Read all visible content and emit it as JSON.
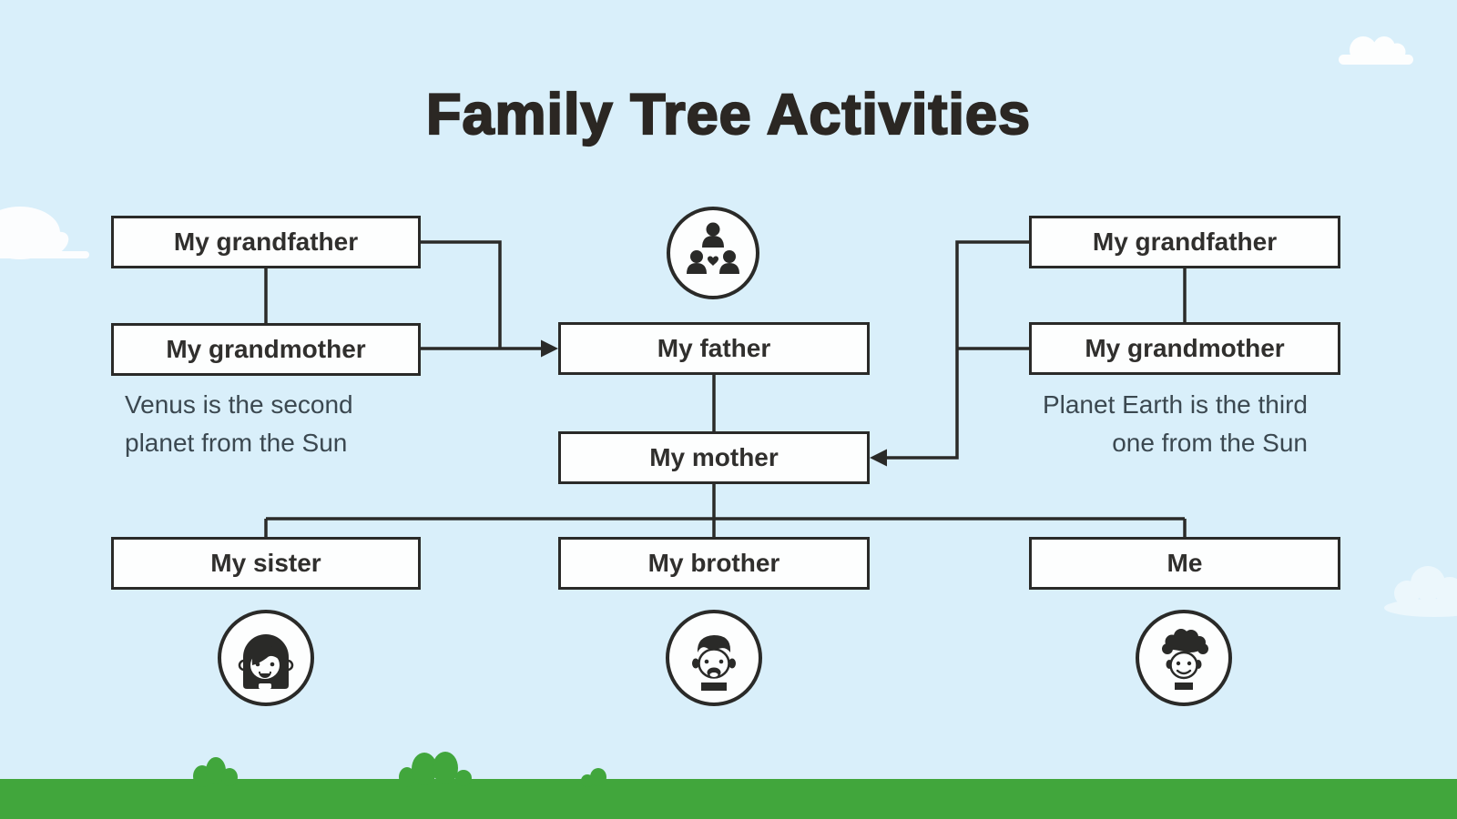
{
  "title": "Family Tree Activities",
  "nodes": {
    "grandfather_left": "My grandfather",
    "grandmother_left": "My grandmother",
    "grandfather_right": "My grandfather",
    "grandmother_right": "My grandmother",
    "father": "My father",
    "mother": "My mother",
    "sister": "My sister",
    "brother": "My brother",
    "me": "Me"
  },
  "captions": {
    "left": [
      "Venus is the second",
      "planet from the Sun"
    ],
    "right": [
      "Planet Earth is the third",
      "one from the Sun"
    ]
  },
  "icons": {
    "top": "family-icon",
    "sister": "girl-face-icon",
    "brother": "boy-face-icon",
    "me": "child-face-icon"
  },
  "colors": {
    "background": "#d9effa",
    "box_fill": "#fdfefe",
    "outline": "#2a2a28",
    "title_text": "#2b2723",
    "caption_text": "#3b4850",
    "grass_green": "#41a63c",
    "cloud_white": "#ffffff"
  }
}
